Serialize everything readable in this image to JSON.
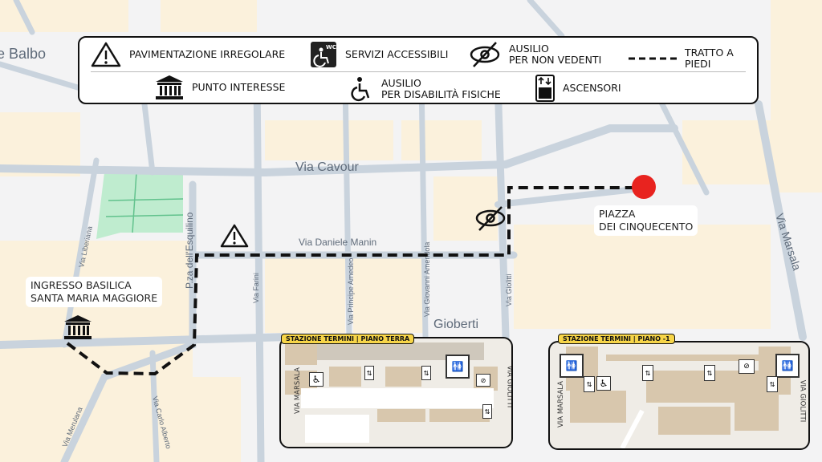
{
  "legend": {
    "uneven_pavement": "PAVIMENTAZIONE IRREGOLARE",
    "accessible_services": "SERVIZI ACCESSIBILI",
    "wc_badge": "WC",
    "blind_aid_line1": "AUSILIO",
    "blind_aid_line2": "PER NON VEDENTI",
    "walking_route": "TRATTO A PIEDI",
    "point_of_interest": "PUNTO INTERESSE",
    "physical_aid_line1": "AUSILIO",
    "physical_aid_line2": "PER DISABILITÀ FISICHE",
    "elevators": "ASCENSORI"
  },
  "streets": {
    "balbo": "e Balbo",
    "cavour": "Via Cavour",
    "manin": "Via Daniele Manin",
    "farini": "Via Farini",
    "principe_amedeo": "Via Principe Amedeo",
    "amendola": "Via Giovanni Amendola",
    "giolitti": "Via Giolitti",
    "marsala": "Via Marsala",
    "liberiana": "Via Liberiana",
    "esquilino": "P.za dell'Esquilino",
    "merulana": "Via Merulana",
    "carlo_alberto": "Via Carlo Alberto",
    "gioberti": "Gioberti"
  },
  "places": {
    "start_line1": "INGRESSO BASILICA",
    "start_line2": "SANTA MARIA MAGGIORE",
    "end_line1": "PIAZZA",
    "end_line2": "DEI CINQUECENTO"
  },
  "insets": {
    "ground": {
      "title": "STAZIONE TERMINI | PIANO TERRA",
      "left_street": "VIA MARSALA",
      "right_street": "VIA GIOLITTI"
    },
    "basement": {
      "title": "STAZIONE TERMINI | PIANO -1",
      "left_street": "VIA MARSALA",
      "right_street": "VIA GIOLITTI"
    }
  },
  "colors": {
    "destination": "#e8231f",
    "park": "#bfeccf",
    "block": "#fbf1dc",
    "title_tag": "#f7d548"
  }
}
